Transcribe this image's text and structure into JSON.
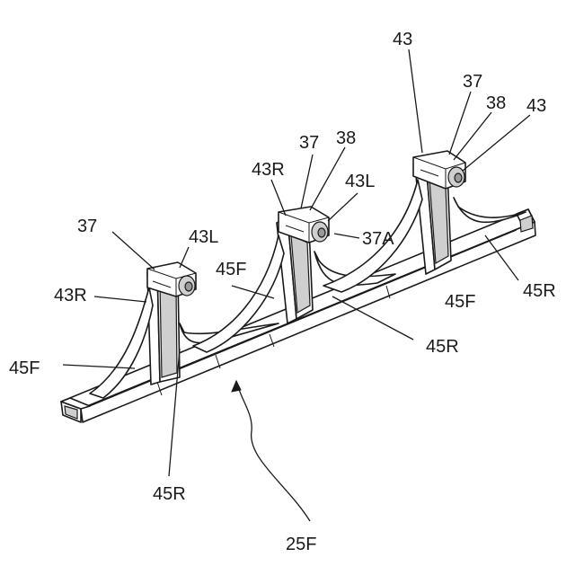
{
  "figure": {
    "labels": {
      "l43_top": "43",
      "l37_right": "37",
      "l38_right": "38",
      "l43_right": "43",
      "l37_mid": "37",
      "l38_mid": "38",
      "l43R_mid": "43R",
      "l43L_mid": "43L",
      "l37_left": "37",
      "l43L_left": "43L",
      "l37A": "37A",
      "l45F_mid": "45F",
      "l43R_left": "43R",
      "l45R_right": "45R",
      "l45F_right": "45F",
      "l45R_lowright": "45R",
      "l45F_left": "45F",
      "l45R_bottom": "45R",
      "l25F": "25F"
    }
  }
}
